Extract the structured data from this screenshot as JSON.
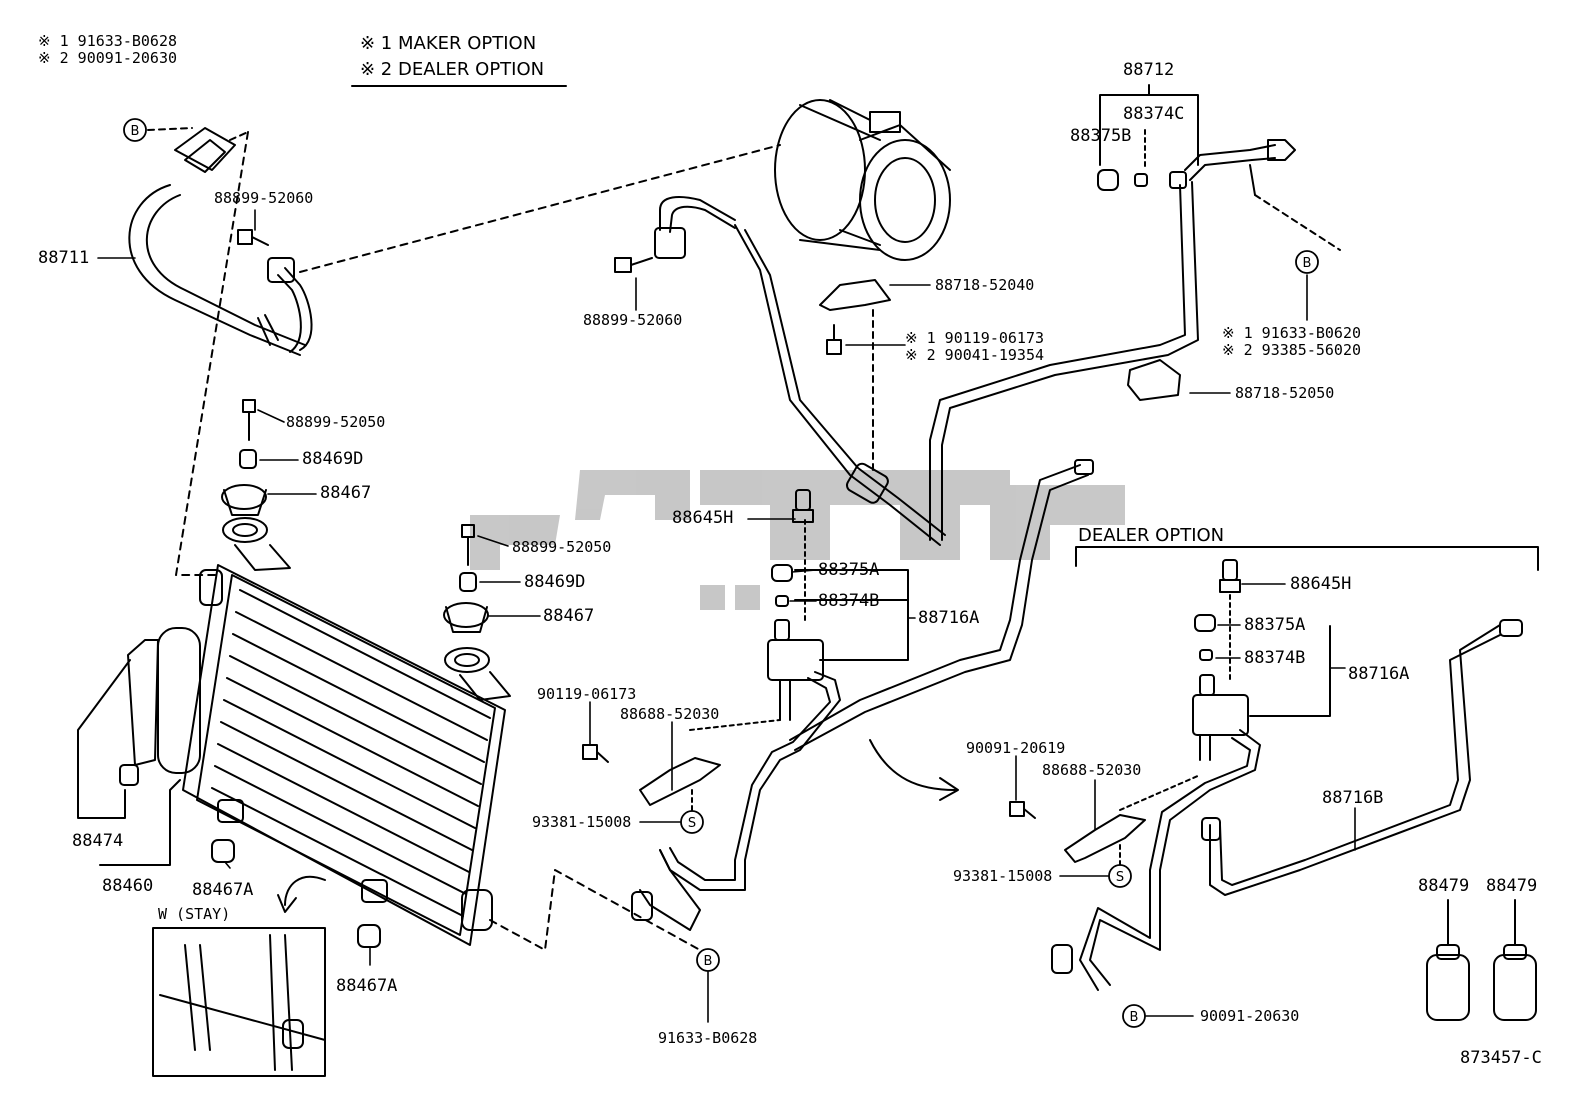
{
  "title_block": {
    "note_1": "※ 1 MAKER OPTION",
    "note_2": "※ 2 DEALER OPTION"
  },
  "watermark": {
    "text": "سپکو"
  },
  "sections": {
    "dealer_option_heading": "DEALER OPTION",
    "stay_box_label": "W (STAY)"
  },
  "drawing_number": "873457-C",
  "callouts": {
    "c_88711": "88711",
    "c_88899_52060_a": "88899-52060",
    "c_88899_52060_b": "88899-52060",
    "c_88899_52050_a": "88899-52050",
    "c_88899_52050_b": "88899-52050",
    "c_88469d_a": "88469D",
    "c_88469d_b": "88469D",
    "c_88467_a": "88467",
    "c_88467_b": "88467",
    "c_88474": "88474",
    "c_88460": "88460",
    "c_88467a_a": "88467A",
    "c_88467a_b": "88467A",
    "c_88712": "88712",
    "c_88374c": "88374C",
    "c_88375b": "88375B",
    "c_88718_52040": "88718-52040",
    "c_88718_52050": "88718-52050",
    "c_88645h_a": "88645H",
    "c_88645h_b": "88645H",
    "c_88375a_a": "88375A",
    "c_88375a_b": "88375A",
    "c_88374b_a": "88374B",
    "c_88374b_b": "88374B",
    "c_88716a_a": "88716A",
    "c_88716a_b": "88716A",
    "c_90119_06173": "90119-06173",
    "c_88688_52030_a": "88688-52030",
    "c_88688_52030_b": "88688-52030",
    "c_93381_15008_a": "93381-15008",
    "c_93381_15008_b": "93381-15008",
    "c_91633_b0628_bottom": "91633-B0628",
    "c_90091_20619": "90091-20619",
    "c_90091_20630_bottom": "90091-20630",
    "c_88716b": "88716B",
    "c_88479_a": "88479",
    "c_88479_b": "88479"
  },
  "option_refs": {
    "top_left_1": "※ 1  91633-B0628",
    "top_left_2": "※ 2  90091-20630",
    "mid_1": "※ 1  90119-06173",
    "mid_2": "※ 2  90041-19354",
    "right_1": "※ 1  91633-B0620",
    "right_2": "※ 2  93385-56020"
  },
  "circle_markers": {
    "b": "B",
    "s": "S"
  }
}
